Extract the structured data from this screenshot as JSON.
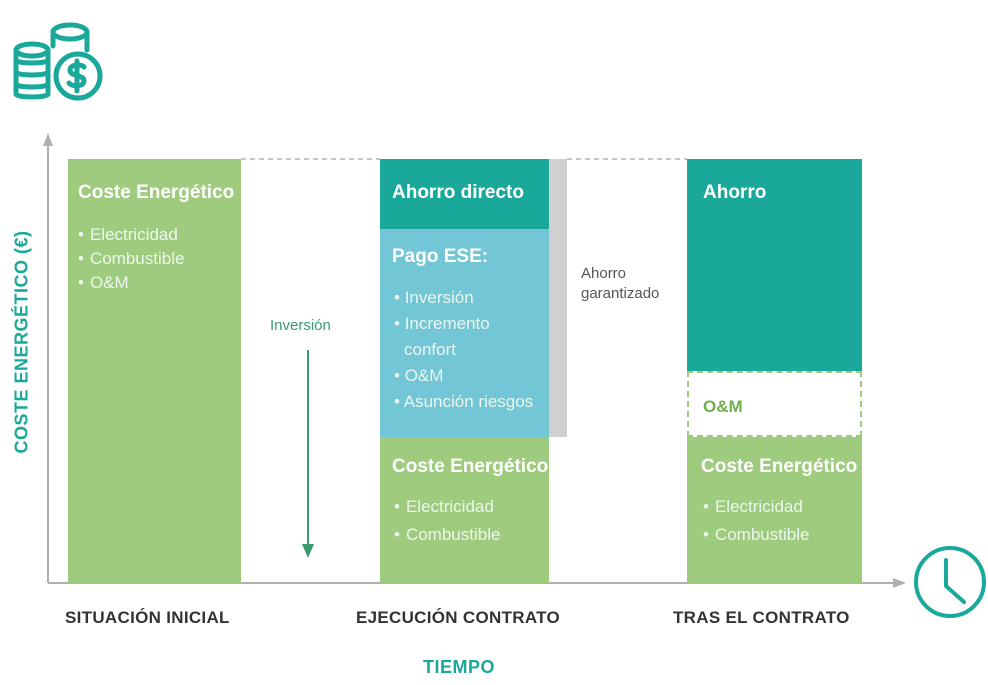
{
  "icons": {
    "top_left": "coins-dollar-icon",
    "bottom_right": "clock-icon"
  },
  "colors": {
    "green": "#9fcb7e",
    "teal": "#1aa89a",
    "blue": "#73c6d6"
  },
  "axes": {
    "y_label": "COSTE ENERGÉTICO (€)",
    "x_label": "TIEMPO"
  },
  "columns": [
    {
      "label": "SITUACIÓN INICIAL"
    },
    {
      "label": "EJECUCIÓN CONTRATO"
    },
    {
      "label": "TRAS EL CONTRATO"
    }
  ],
  "initial": {
    "title": "Coste Energético",
    "items": [
      "Electricidad",
      "Combustible",
      "O&M"
    ]
  },
  "inversion": {
    "label": "Inversión"
  },
  "execution": {
    "savings_title": "Ahorro directo",
    "payment_title": "Pago ESE:",
    "payment_items": [
      "Inversión",
      "Incremento",
      "confort",
      "O&M",
      "Asunción riesgos"
    ],
    "energy_title": "Coste Energético",
    "energy_items": [
      "Electricidad",
      "Combustible"
    ],
    "guaranteed_line1": "Ahorro",
    "guaranteed_line2": "garantizado"
  },
  "after": {
    "savings_title": "Ahorro",
    "om_label": "O&M",
    "energy_title": "Coste Energético",
    "energy_items": [
      "Electricidad",
      "Combustible"
    ]
  }
}
